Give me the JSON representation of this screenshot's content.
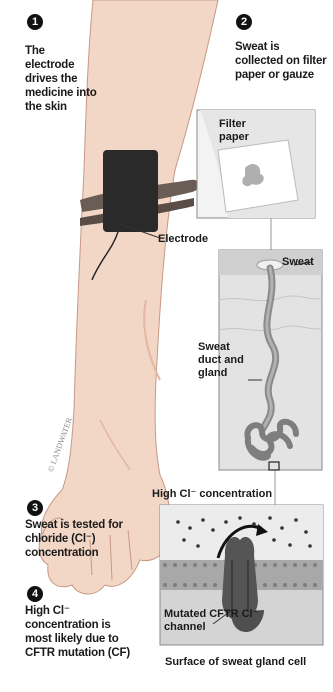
{
  "steps": [
    {
      "number": "1",
      "text": "The electrode drives the medicine into the skin"
    },
    {
      "number": "2",
      "text": "Sweat is collected on filter paper or gauze"
    },
    {
      "number": "3",
      "text": "Sweat is tested for chloride (Cl⁻) concentration"
    },
    {
      "number": "4",
      "text": "High Cl⁻ concentration is most likely due to CFTR mutation (CF)"
    }
  ],
  "labels": {
    "electrode": "Electrode",
    "filter_paper": "Filter paper",
    "sweat": "Sweat",
    "sweat_duct_gland": "Sweat duct and gland",
    "high_cl": "High Cl⁻ concentration",
    "mutated_cftr": "Mutated CFTR Cl⁻ channel",
    "surface_cell": "Surface of sweat gland cell"
  },
  "signature": "© LANDWATER",
  "colors": {
    "skin": "#f3d7c6",
    "skin_shadow": "#e2b7a3",
    "electrode": "#2a2a2a",
    "panel_border": "#8a8a8a",
    "gland": "#8a8a8a",
    "cell_bg": "#cfcfcf",
    "membrane": "#9a9a9a"
  }
}
